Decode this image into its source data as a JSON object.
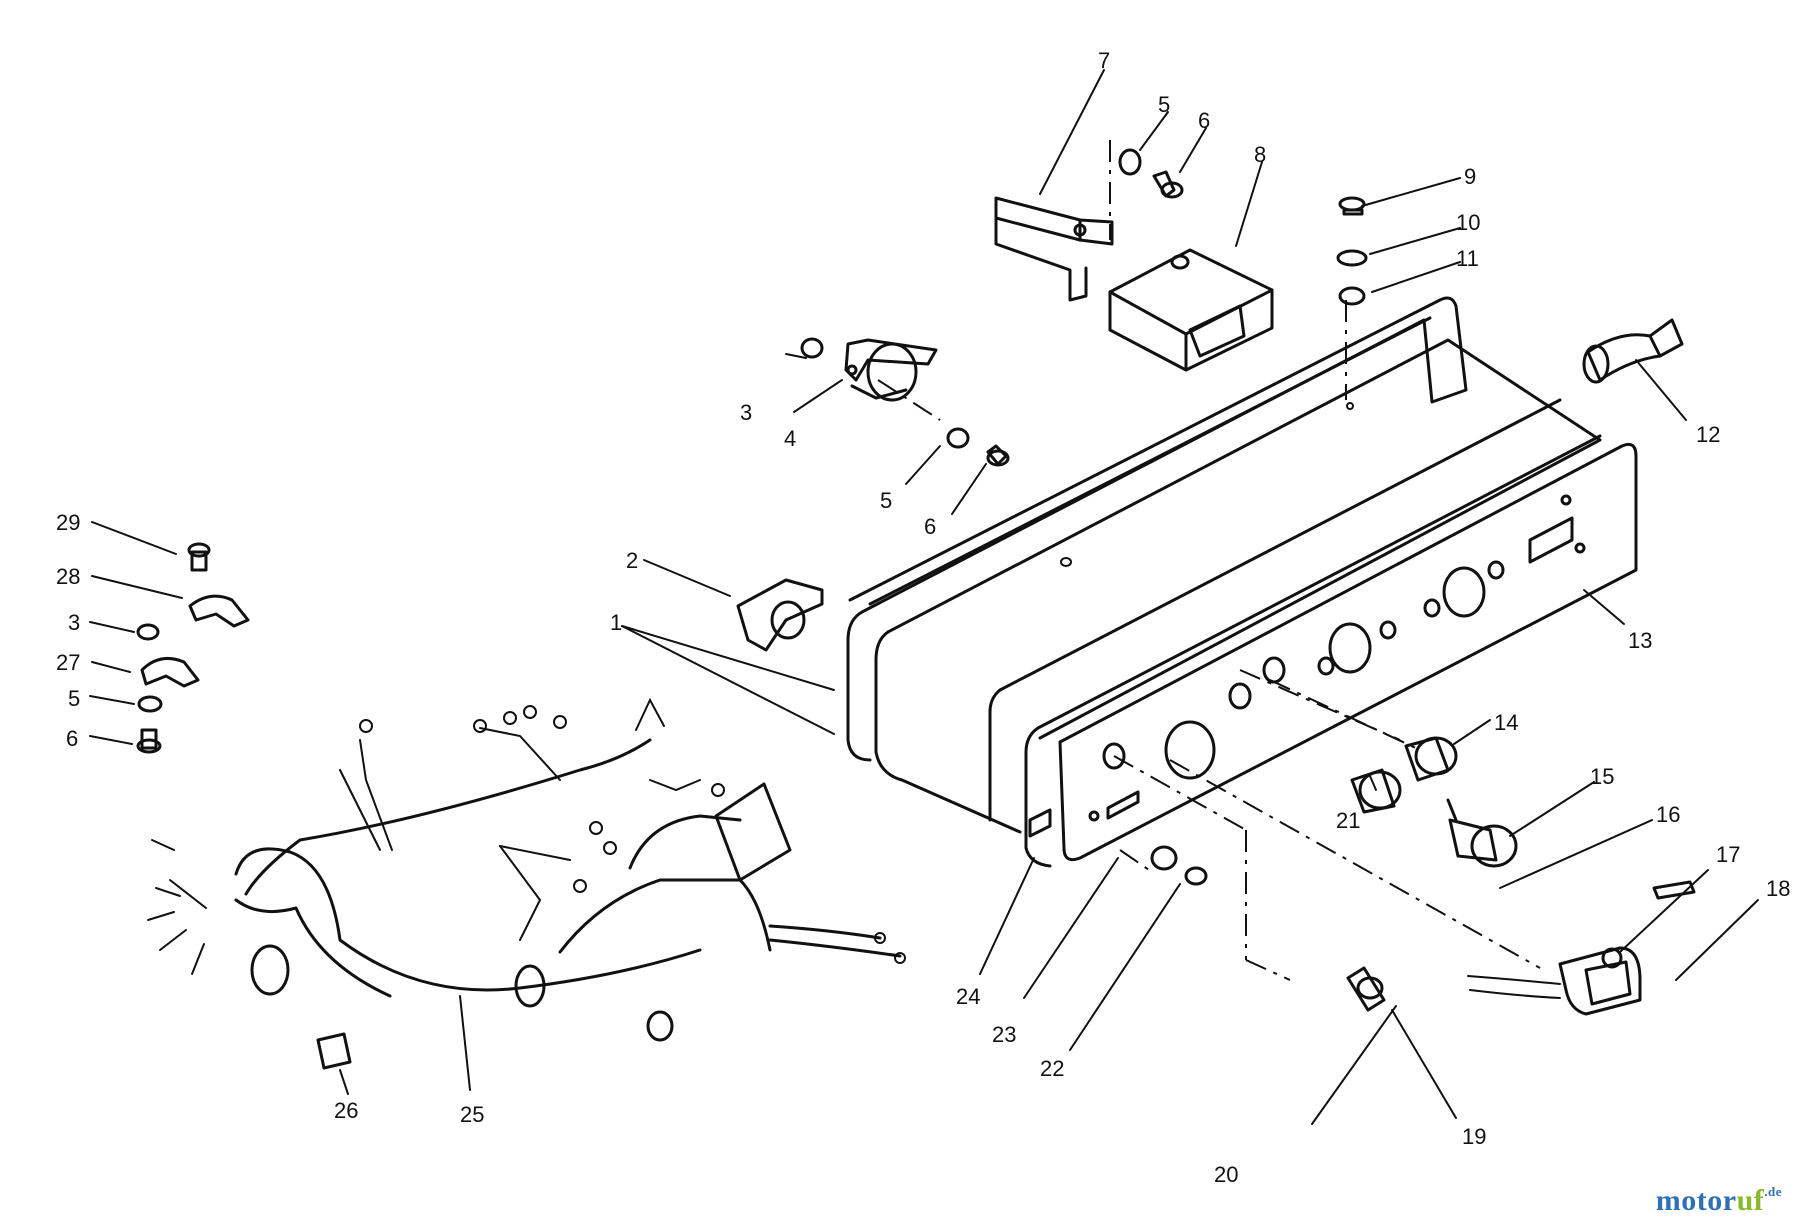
{
  "diagram": {
    "callouts": [
      "1",
      "2",
      "3",
      "4",
      "5",
      "6",
      "7",
      "8",
      "9",
      "10",
      "11",
      "12",
      "13",
      "14",
      "15",
      "16",
      "17",
      "18",
      "19",
      "20",
      "21",
      "22",
      "23",
      "24",
      "25",
      "26",
      "27",
      "28",
      "29"
    ],
    "left_column_labels": [
      "29",
      "28",
      "3",
      "27",
      "5",
      "6"
    ],
    "top_labels": [
      "3",
      "4",
      "5",
      "6"
    ]
  },
  "watermark": {
    "part1": "motor",
    "part2": "uf",
    "suffix": ".de"
  }
}
